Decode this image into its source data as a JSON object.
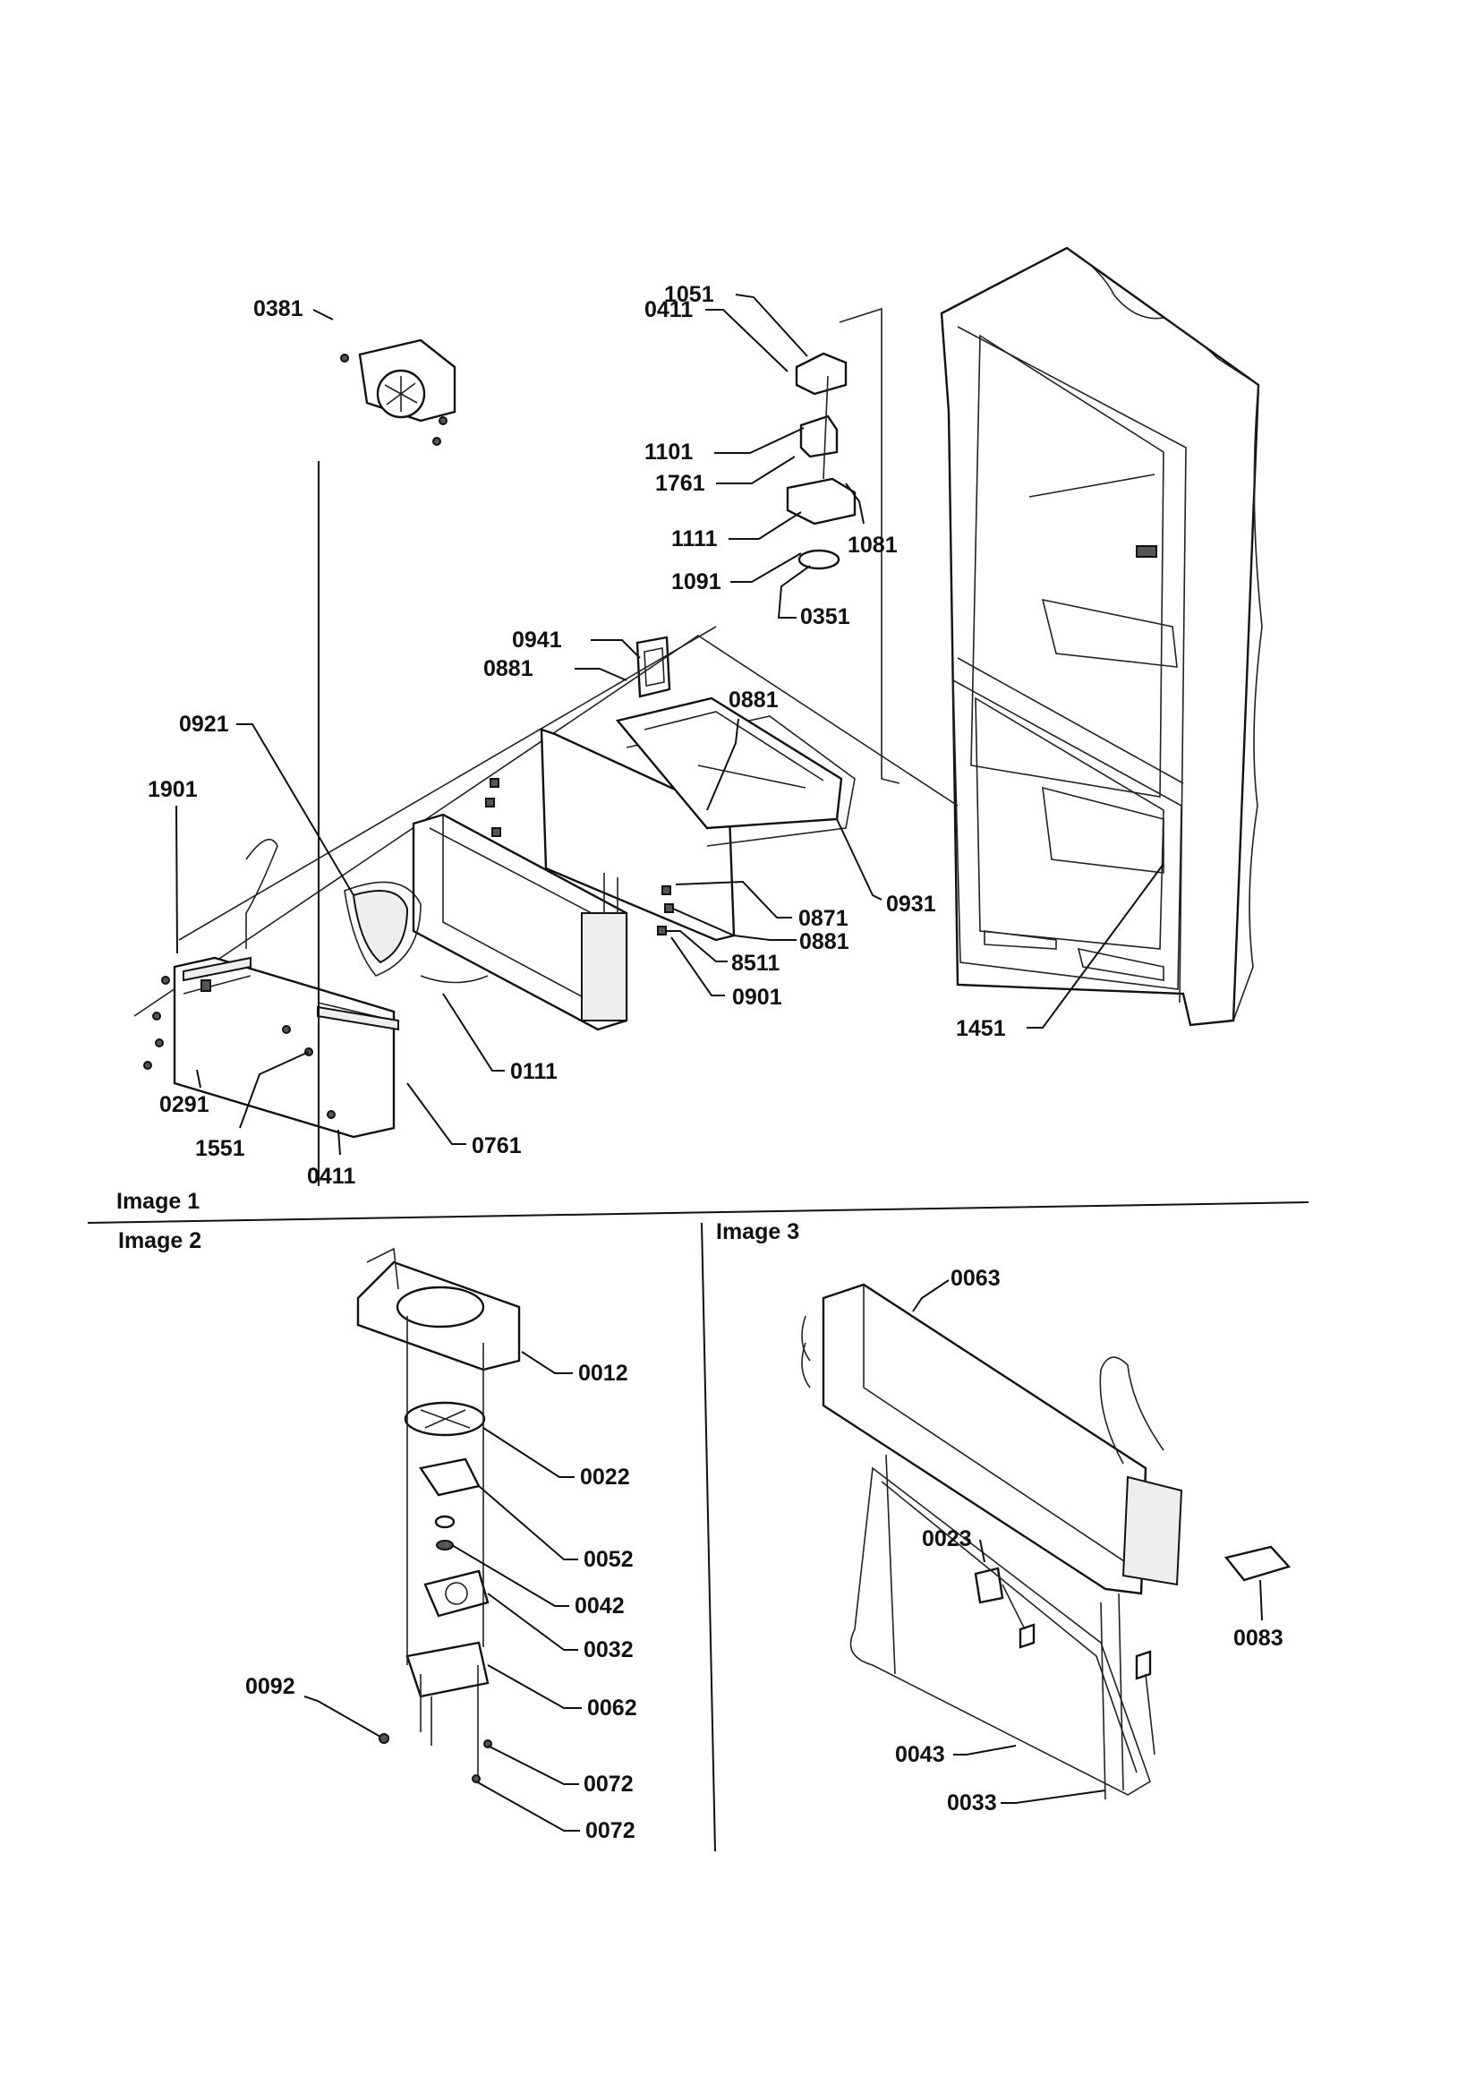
{
  "panels": [
    {
      "id": "image1",
      "caption": "Image 1"
    },
    {
      "id": "image2",
      "caption": "Image 2"
    },
    {
      "id": "image3",
      "caption": "Image 3"
    }
  ],
  "callouts": {
    "image1": [
      "0381",
      "1051",
      "0411",
      "1101",
      "1761",
      "1081",
      "1111",
      "1091",
      "0351",
      "0941",
      "0881",
      "0881",
      "0921",
      "1901",
      "0931",
      "0871",
      "0881",
      "8511",
      "0901",
      "0291",
      "1551",
      "0111",
      "0761",
      "0411",
      "1451"
    ],
    "image2": [
      "0012",
      "0022",
      "0052",
      "0042",
      "0032",
      "0062",
      "0092",
      "0072",
      "0072"
    ],
    "image3": [
      "0063",
      "0023",
      "0083",
      "0043",
      "0033"
    ]
  }
}
